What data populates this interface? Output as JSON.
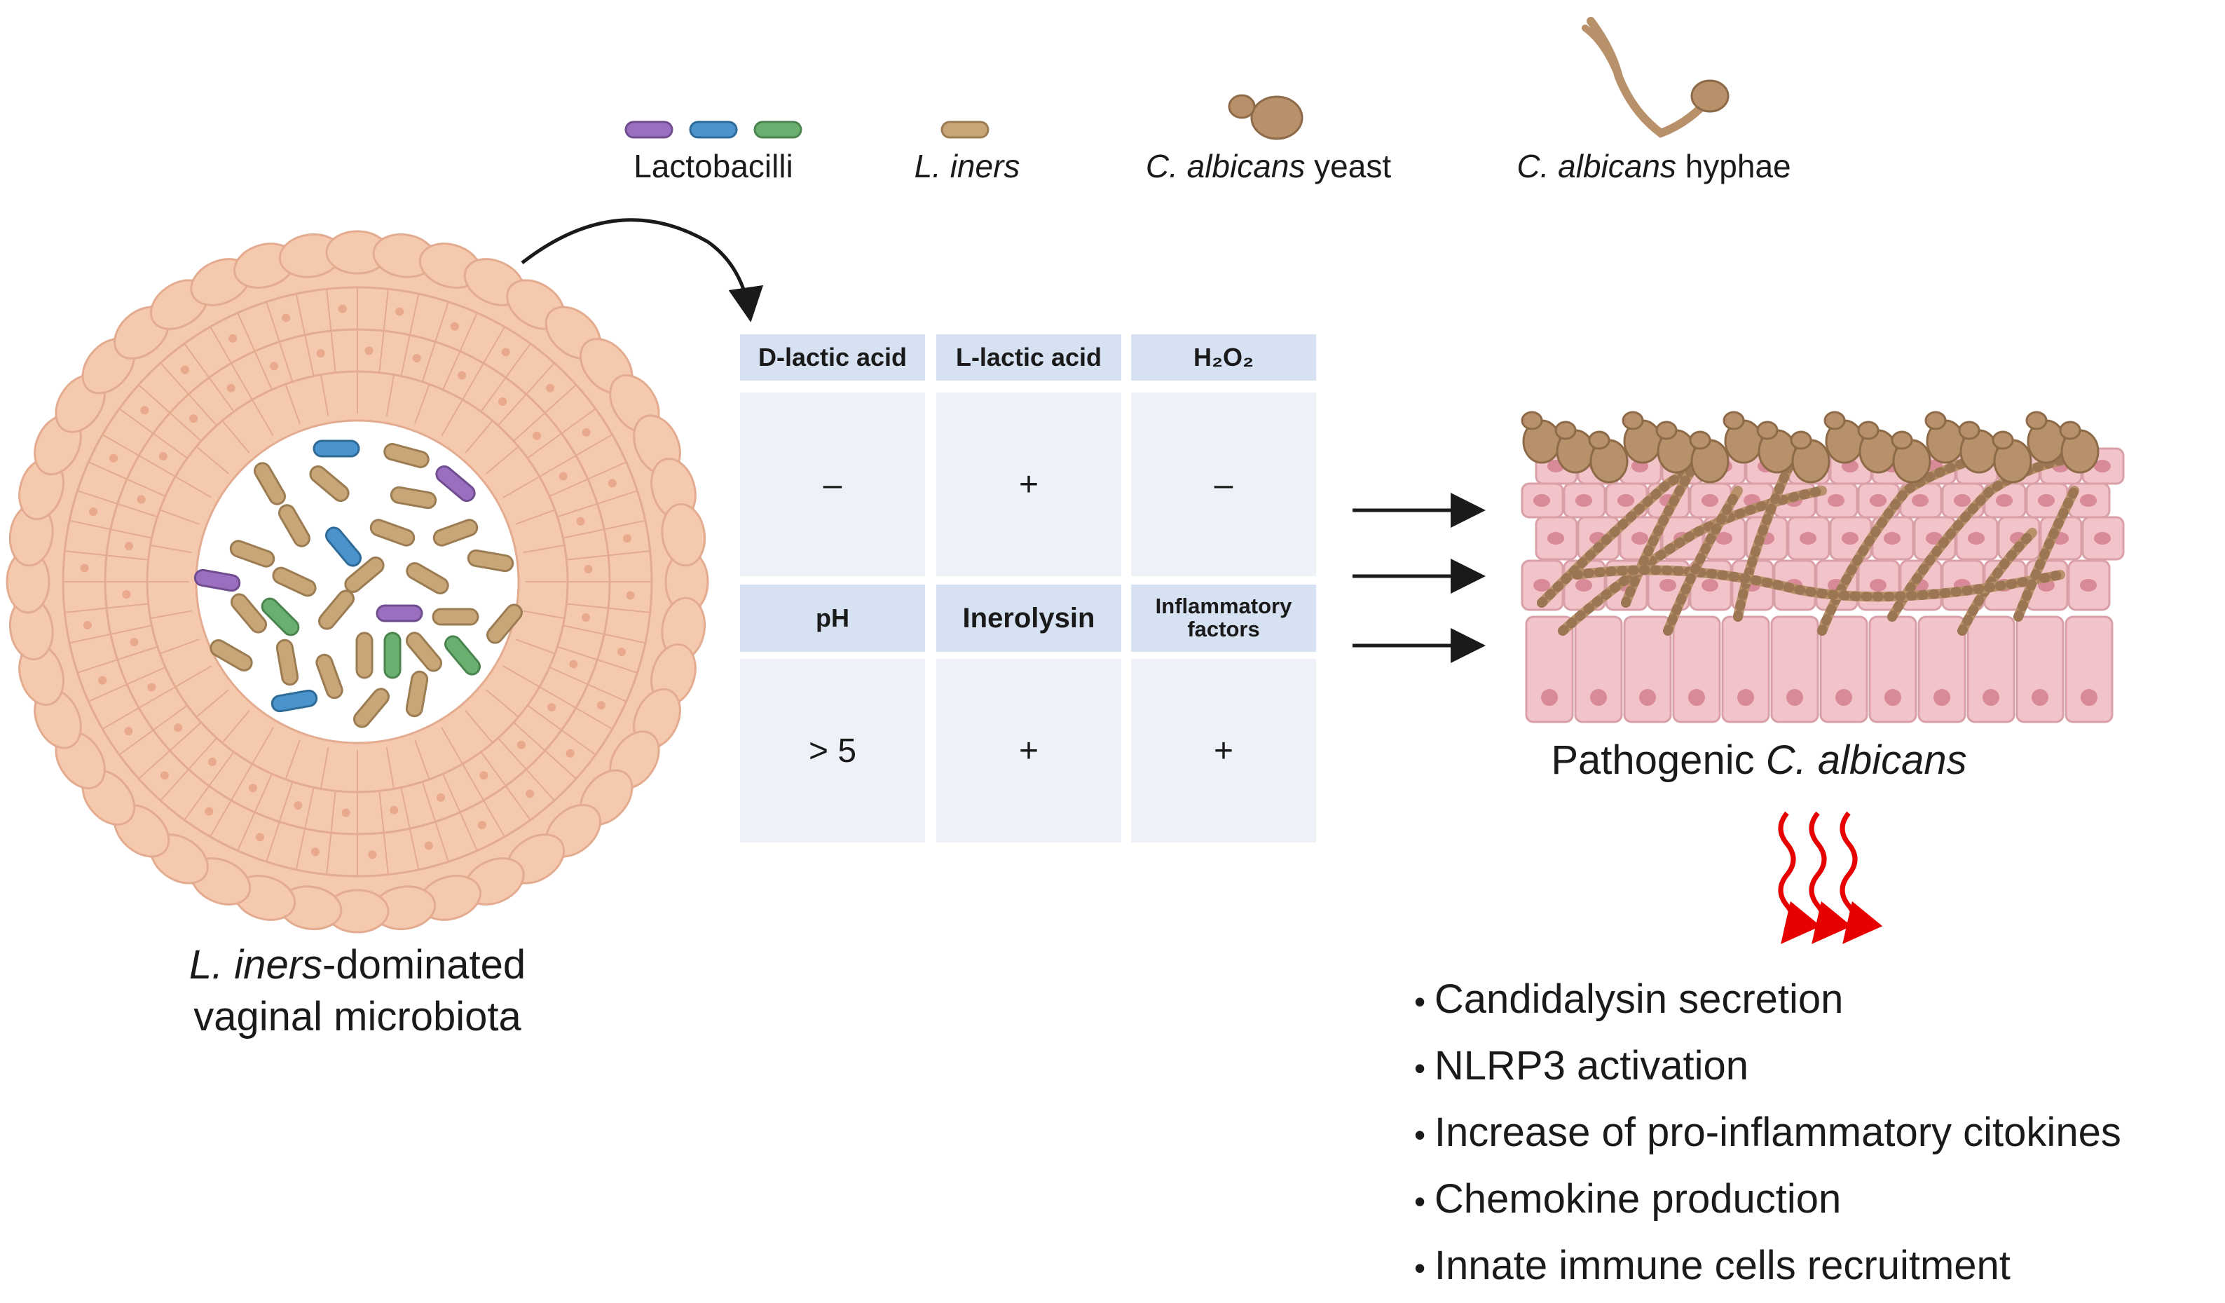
{
  "legend": {
    "lactobacilli": "Lactobacilli",
    "l_iners": "L. iners",
    "c_albicans_yeast_species": "C. albicans",
    "c_albicans_yeast_suffix": " yeast",
    "c_albicans_hyphae_species": "C. albicans",
    "c_albicans_hyphae_suffix": " hyphae"
  },
  "microbiota_caption": {
    "species": "L. iners",
    "line1_suffix": "-dominated",
    "line2": "vaginal microbiota"
  },
  "table": {
    "headers_row1": [
      "D-lactic acid",
      "L-lactic acid",
      "H₂O₂"
    ],
    "values_row1": [
      "–",
      "+",
      "–"
    ],
    "headers_row2": [
      "pH",
      "Inerolysin",
      "Inflammatory factors"
    ],
    "values_row2": [
      "> 5",
      "+",
      "+"
    ]
  },
  "pathogenic_caption": {
    "prefix": "Pathogenic ",
    "species": "C. albicans"
  },
  "outcomes": [
    "Candidalysin secretion",
    "NLRP3 activation",
    "Increase of pro-inflammatory citokines",
    "Chemokine production",
    "Innate immune cells recruitment"
  ],
  "colors": {
    "epithelium": "#f5c9ad",
    "epithelium_outline": "#e3ab8f",
    "l_iners": "#c8a678",
    "lacto_purple": "#9b6fc0",
    "lacto_blue": "#4a93cc",
    "lacto_green": "#6aaf6f",
    "fungus": "#b8906a",
    "tissue": "#f2c3c8",
    "nucleus": "#d98a98",
    "table_header": "#d6e1f1",
    "table_cell": "#eef2f8",
    "signal_red": "#e60000"
  }
}
